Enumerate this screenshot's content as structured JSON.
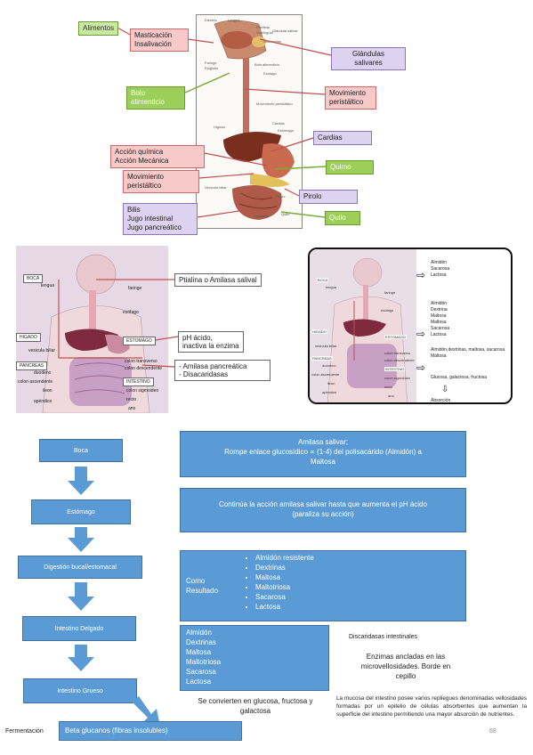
{
  "top_diagram": {
    "alimentos": "Alimentos",
    "masticacion": [
      "Masticación",
      "Insalivación"
    ],
    "glandulas": [
      "Glándulas",
      "salivares"
    ],
    "bolo": "Bolo alimenticio",
    "movimiento_peristaltico_1": [
      "Movimiento",
      "peristáltico"
    ],
    "cardias": "Cardias",
    "accion": [
      "Acción química",
      "Acción Mecánica"
    ],
    "quimo": "Quimo",
    "movimiento_peristaltico_2": [
      "Movimiento",
      "peristáltico"
    ],
    "piloro": "Pirolo",
    "bilis": [
      "Bilis",
      "Jugo intestinal",
      "Jugo pancreático"
    ],
    "quilo": "Quilo",
    "small_labels": [
      "Dientes",
      "Lengua",
      "Parótida",
      "Sublingual",
      "Glándula salivar",
      "Submaxilar",
      "Faringe",
      "Epiglotis",
      "Bolo alimenticio",
      "Esófago",
      "Movimiento peristáltico",
      "Hígado",
      "Cardias",
      "Estómago",
      "Vesícula biliar",
      "Píloro",
      "Duodeno",
      "Quilo"
    ]
  },
  "mid_left": {
    "boca": "BOCA",
    "lengua": "lengua",
    "faringe": "faringe",
    "esofago": "esófago",
    "higado": "HIGADO",
    "estomago": "ESTOMAGO",
    "vesicula": "vesicula biliar",
    "pancreas": "PANCREAS",
    "colon_transverso": "colon transverso",
    "colon_descendente": "colon descendente",
    "duodeno": "duodeno",
    "colon_ascendente": "colon ascendente",
    "intestino": "INTESTINO",
    "ileon": "ileon",
    "colon_sigmoideo": "colon sigmoideo",
    "apendice": "apéndice",
    "recto": "recto",
    "ano": "ano",
    "ptialina": "Ptialina o Amilasa salival",
    "ph": [
      "pH ácido,",
      "inactiva la enzima"
    ],
    "amilasa": [
      "- Amilasa pancreática",
      "- Disacaridasas"
    ]
  },
  "mid_right": {
    "boca": "BOCA",
    "lengua": "lengua",
    "faringe": "faringe",
    "esofago": "esófago",
    "higado": "HIGADO",
    "estomago": "ESTOMAGO",
    "vesicula": "vesícula biliar",
    "pancreas": "PANCREAS",
    "intestino": "INTESTINO",
    "colon_transverso": "colon transverso",
    "colon_descendente": "colon descendente",
    "duodeno": "duodeno",
    "colon_ascendente": "colon ascendente",
    "ileon": "ileon",
    "colon_sigmoideo": "colon sigmoideo",
    "apendice": "apéndice",
    "recto": "recto",
    "ano": "ano",
    "list1": [
      "Almidón",
      "Sacarosa",
      "Lactosa"
    ],
    "list2": [
      "Almidón",
      "Dextrina",
      "Maltosa",
      "Maltosa",
      "Sacarosa",
      "Lactosa"
    ],
    "list3": [
      "Almidón,dextrinas, maltosa, sacarosa",
      "Maltosa"
    ],
    "list4": "Glucosa, galactosa, fructosa",
    "absorcion": "Absorción"
  },
  "flow": {
    "steps": [
      "Boca",
      "Estómago",
      "Digestión bucal/estomacal",
      "Intestino Delgado",
      "Intestino Grueso"
    ],
    "box1": [
      "Amilasa salivar;",
      "Rompe enlace glucosídico ∝ (1-4) del polisacárido (Almidón) a",
      "Maltosa"
    ],
    "box2": [
      "Continúa la acción amilasa salivar hasta que aumenta el pH ácido",
      "(paraliza su acción)"
    ],
    "box3_label": [
      "Como",
      "Resultado"
    ],
    "box3_items": [
      "Almidón resistente",
      "Dextrinas",
      "Maltosa",
      "Maltotriosa",
      "Sacarosa",
      "Lactosa"
    ],
    "box4_items": [
      "Almidón",
      "Dextrinas",
      "Maltosa",
      "Maltotriosa",
      "Sacarosa",
      "Lactosa"
    ],
    "converted": [
      "Se convierten en glucosa, fructosa y",
      "galactosa"
    ],
    "disacaridasas": "Discaridasas intestinales",
    "enzimas": [
      "Enzimas ancladas en las",
      "microvellosidades. Borde en",
      "cepillo"
    ],
    "mucosa": "La mucosa del intestino posee varios repliegues denominadas vellosidades formadas por un epitelio de células absorbentes que aumentan la superficie del intestino permitiendo una mayor absorción de nutrientes.",
    "fermentacion": "Fermentación",
    "beta": "Beta glucanos (fibras insolubles)",
    "page_number": "68"
  },
  "colors": {
    "flow_blue": "#5b9bd5",
    "flow_border": "#41719c",
    "pink": "#f7c9c9",
    "lavender": "#ddd2f0",
    "green": "#9ccf5a",
    "red_line": "#c0504d"
  }
}
